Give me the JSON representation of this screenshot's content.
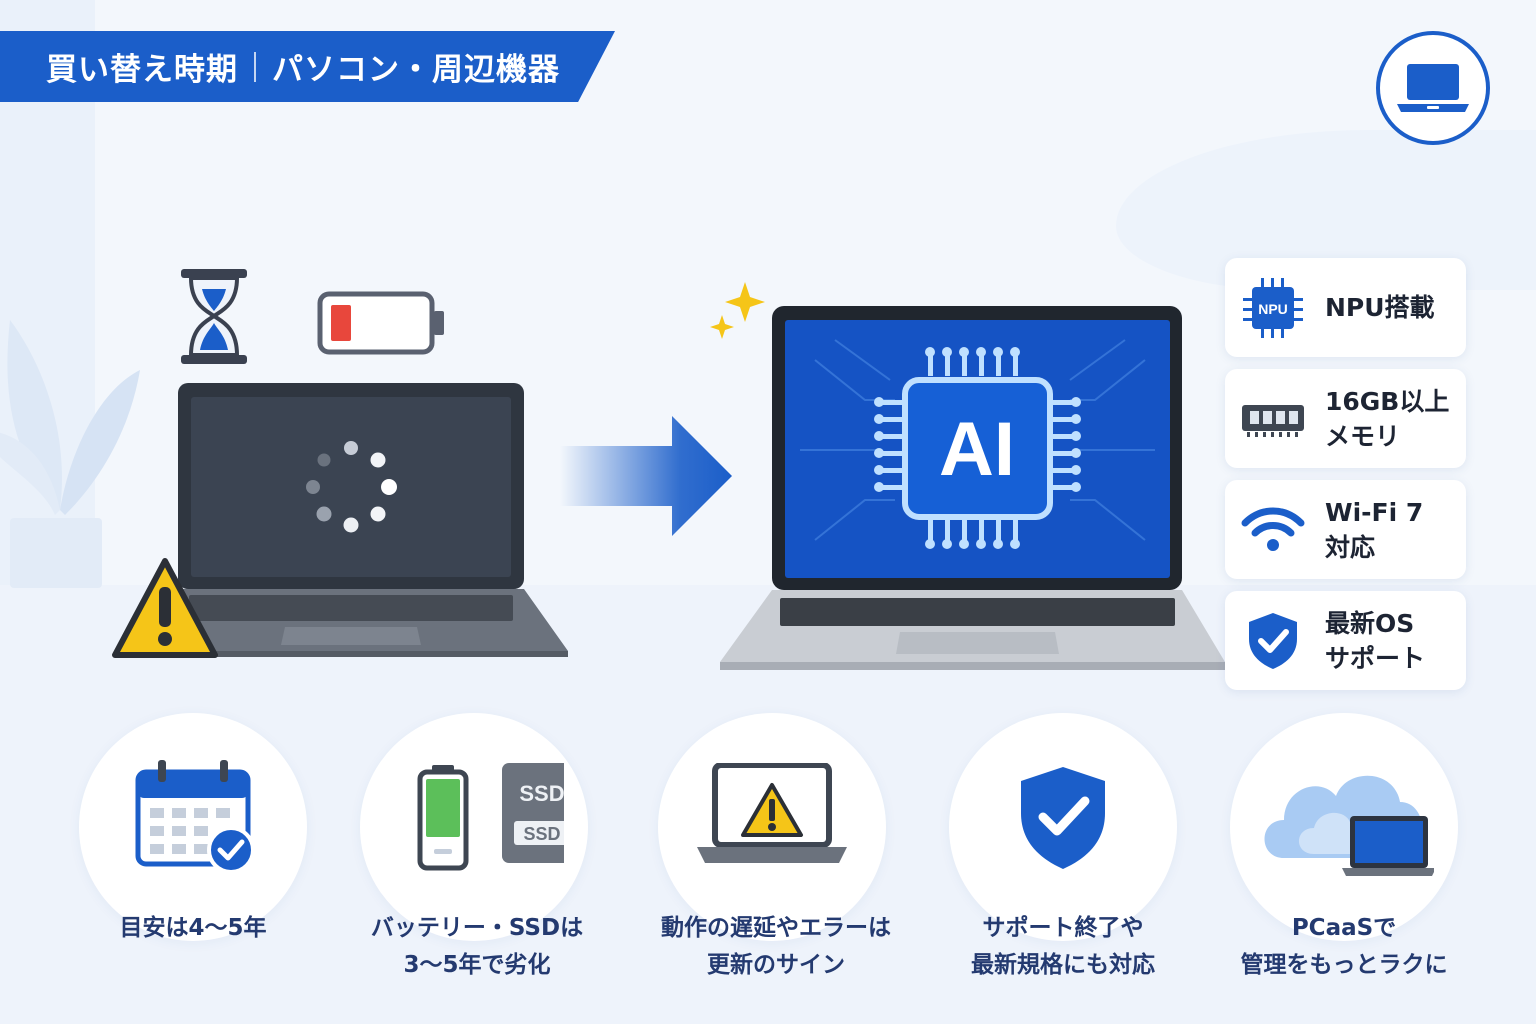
{
  "title": {
    "part1": "買い替え時期",
    "part2": "パソコン・周辺機器"
  },
  "badge_icon": "laptop-icon",
  "old_laptop": {
    "icons": [
      "hourglass-icon",
      "low-battery-icon",
      "loading-spinner-icon",
      "warning-icon"
    ]
  },
  "arrow_icon": "right-arrow-icon",
  "new_laptop": {
    "chip_label": "AI",
    "icons": [
      "sparkle-icon",
      "ai-chip-icon"
    ]
  },
  "features": [
    {
      "icon": "npu-chip-icon",
      "chip_text": "NPU",
      "line1": "NPU搭載",
      "line2": ""
    },
    {
      "icon": "memory-icon",
      "line1": "16GB以上",
      "line2": "メモリ"
    },
    {
      "icon": "wifi-icon",
      "line1": "Wi-Fi 7",
      "line2": "対応"
    },
    {
      "icon": "shield-check-icon",
      "line1": "最新OS",
      "line2": "サポート"
    }
  ],
  "points": [
    {
      "icon": "calendar-check-icon",
      "line1": "目安は4〜5年",
      "line2": ""
    },
    {
      "icon": "battery-ssd-icon",
      "ssd_top": "SSD",
      "ssd_label": "SSD",
      "line1": "バッテリー・SSDは",
      "line2": "3〜5年で劣化"
    },
    {
      "icon": "laptop-warning-icon",
      "line1": "動作の遅延やエラーは",
      "line2": "更新のサイン"
    },
    {
      "icon": "shield-check-icon",
      "line1": "サポート終了や",
      "line2": "最新規格にも対応"
    },
    {
      "icon": "cloud-laptop-icon",
      "line1": "PCaaSで",
      "line2": "管理をもっとラクに"
    }
  ],
  "colors": {
    "brand_blue": "#1b5ec9",
    "warning_yellow": "#f5c518",
    "battery_red": "#e8473c",
    "battery_green": "#5cbf5a"
  }
}
